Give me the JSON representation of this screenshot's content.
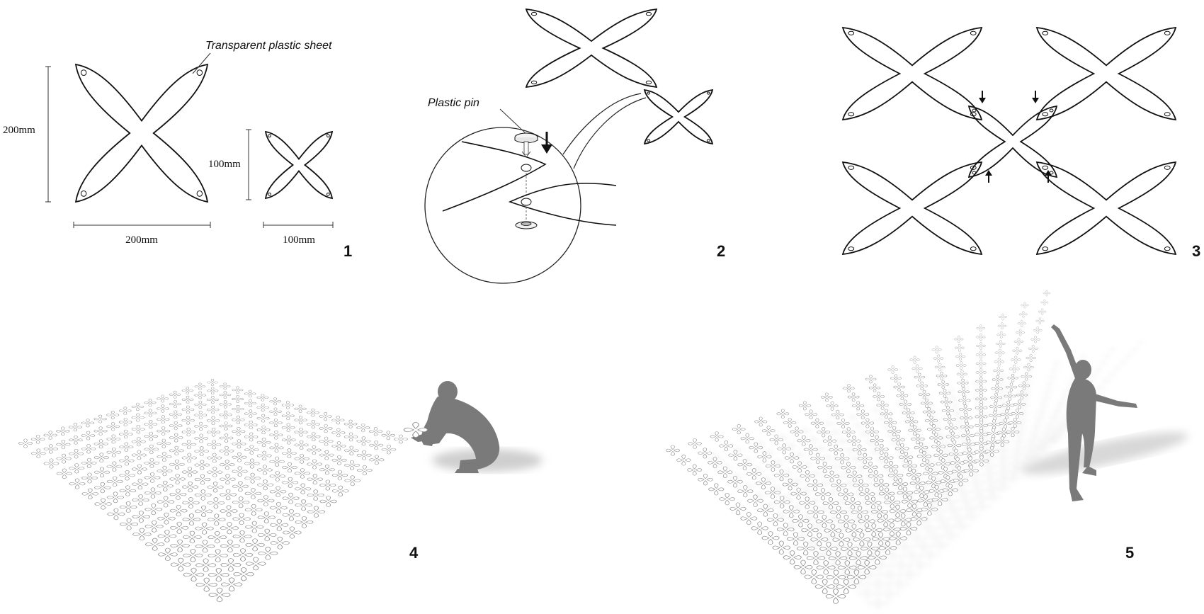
{
  "panel1": {
    "number": "1",
    "large_height": "200mm",
    "large_width": "200mm",
    "small_height": "100mm",
    "small_width": "100mm",
    "material_label": "Transparent plastic sheet"
  },
  "panel2": {
    "number": "2",
    "pin_label": "Plastic pin"
  },
  "panel3": {
    "number": "3"
  },
  "panel4": {
    "number": "4",
    "grid": {
      "rows": 16,
      "cols": 16
    }
  },
  "panel5": {
    "number": "5",
    "grid": {
      "rows": 16,
      "cols": 18
    }
  },
  "colors": {
    "line": "#111111",
    "silhouette": "#7a7a7a",
    "shadow": "#c8c8c8",
    "mesh": "#9a9a9a"
  }
}
